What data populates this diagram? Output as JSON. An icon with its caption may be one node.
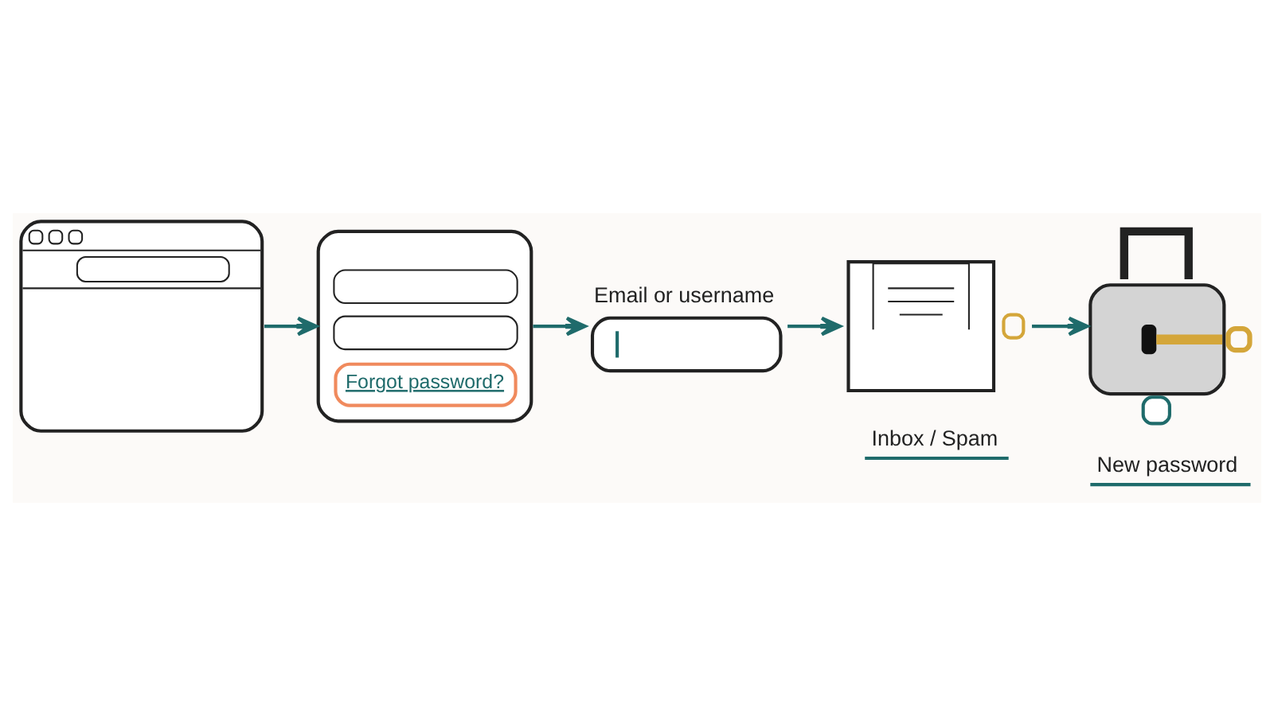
{
  "diagram": {
    "nodes": [
      {
        "text": [],
        "shape": "picture"
      },
      {
        "text": [
          "Forgot password?"
        ]
      },
      {
        "text": [
          "Email or username"
        ]
      },
      {
        "text": [],
        "shape": "picture",
        "beside": [
          "Inbox / Spam"
        ]
      },
      {
        "text": [],
        "shape": "picture",
        "beside": [
          "New password"
        ]
      }
    ],
    "edges": [
      {
        "from": 0,
        "to": 1,
        "arrow": "to"
      },
      {
        "from": 1,
        "to": 2,
        "arrow": "to"
      },
      {
        "from": 2,
        "to": 3,
        "arrow": "to"
      },
      {
        "from": 3,
        "to": 4,
        "arrow": "to"
      }
    ]
  }
}
